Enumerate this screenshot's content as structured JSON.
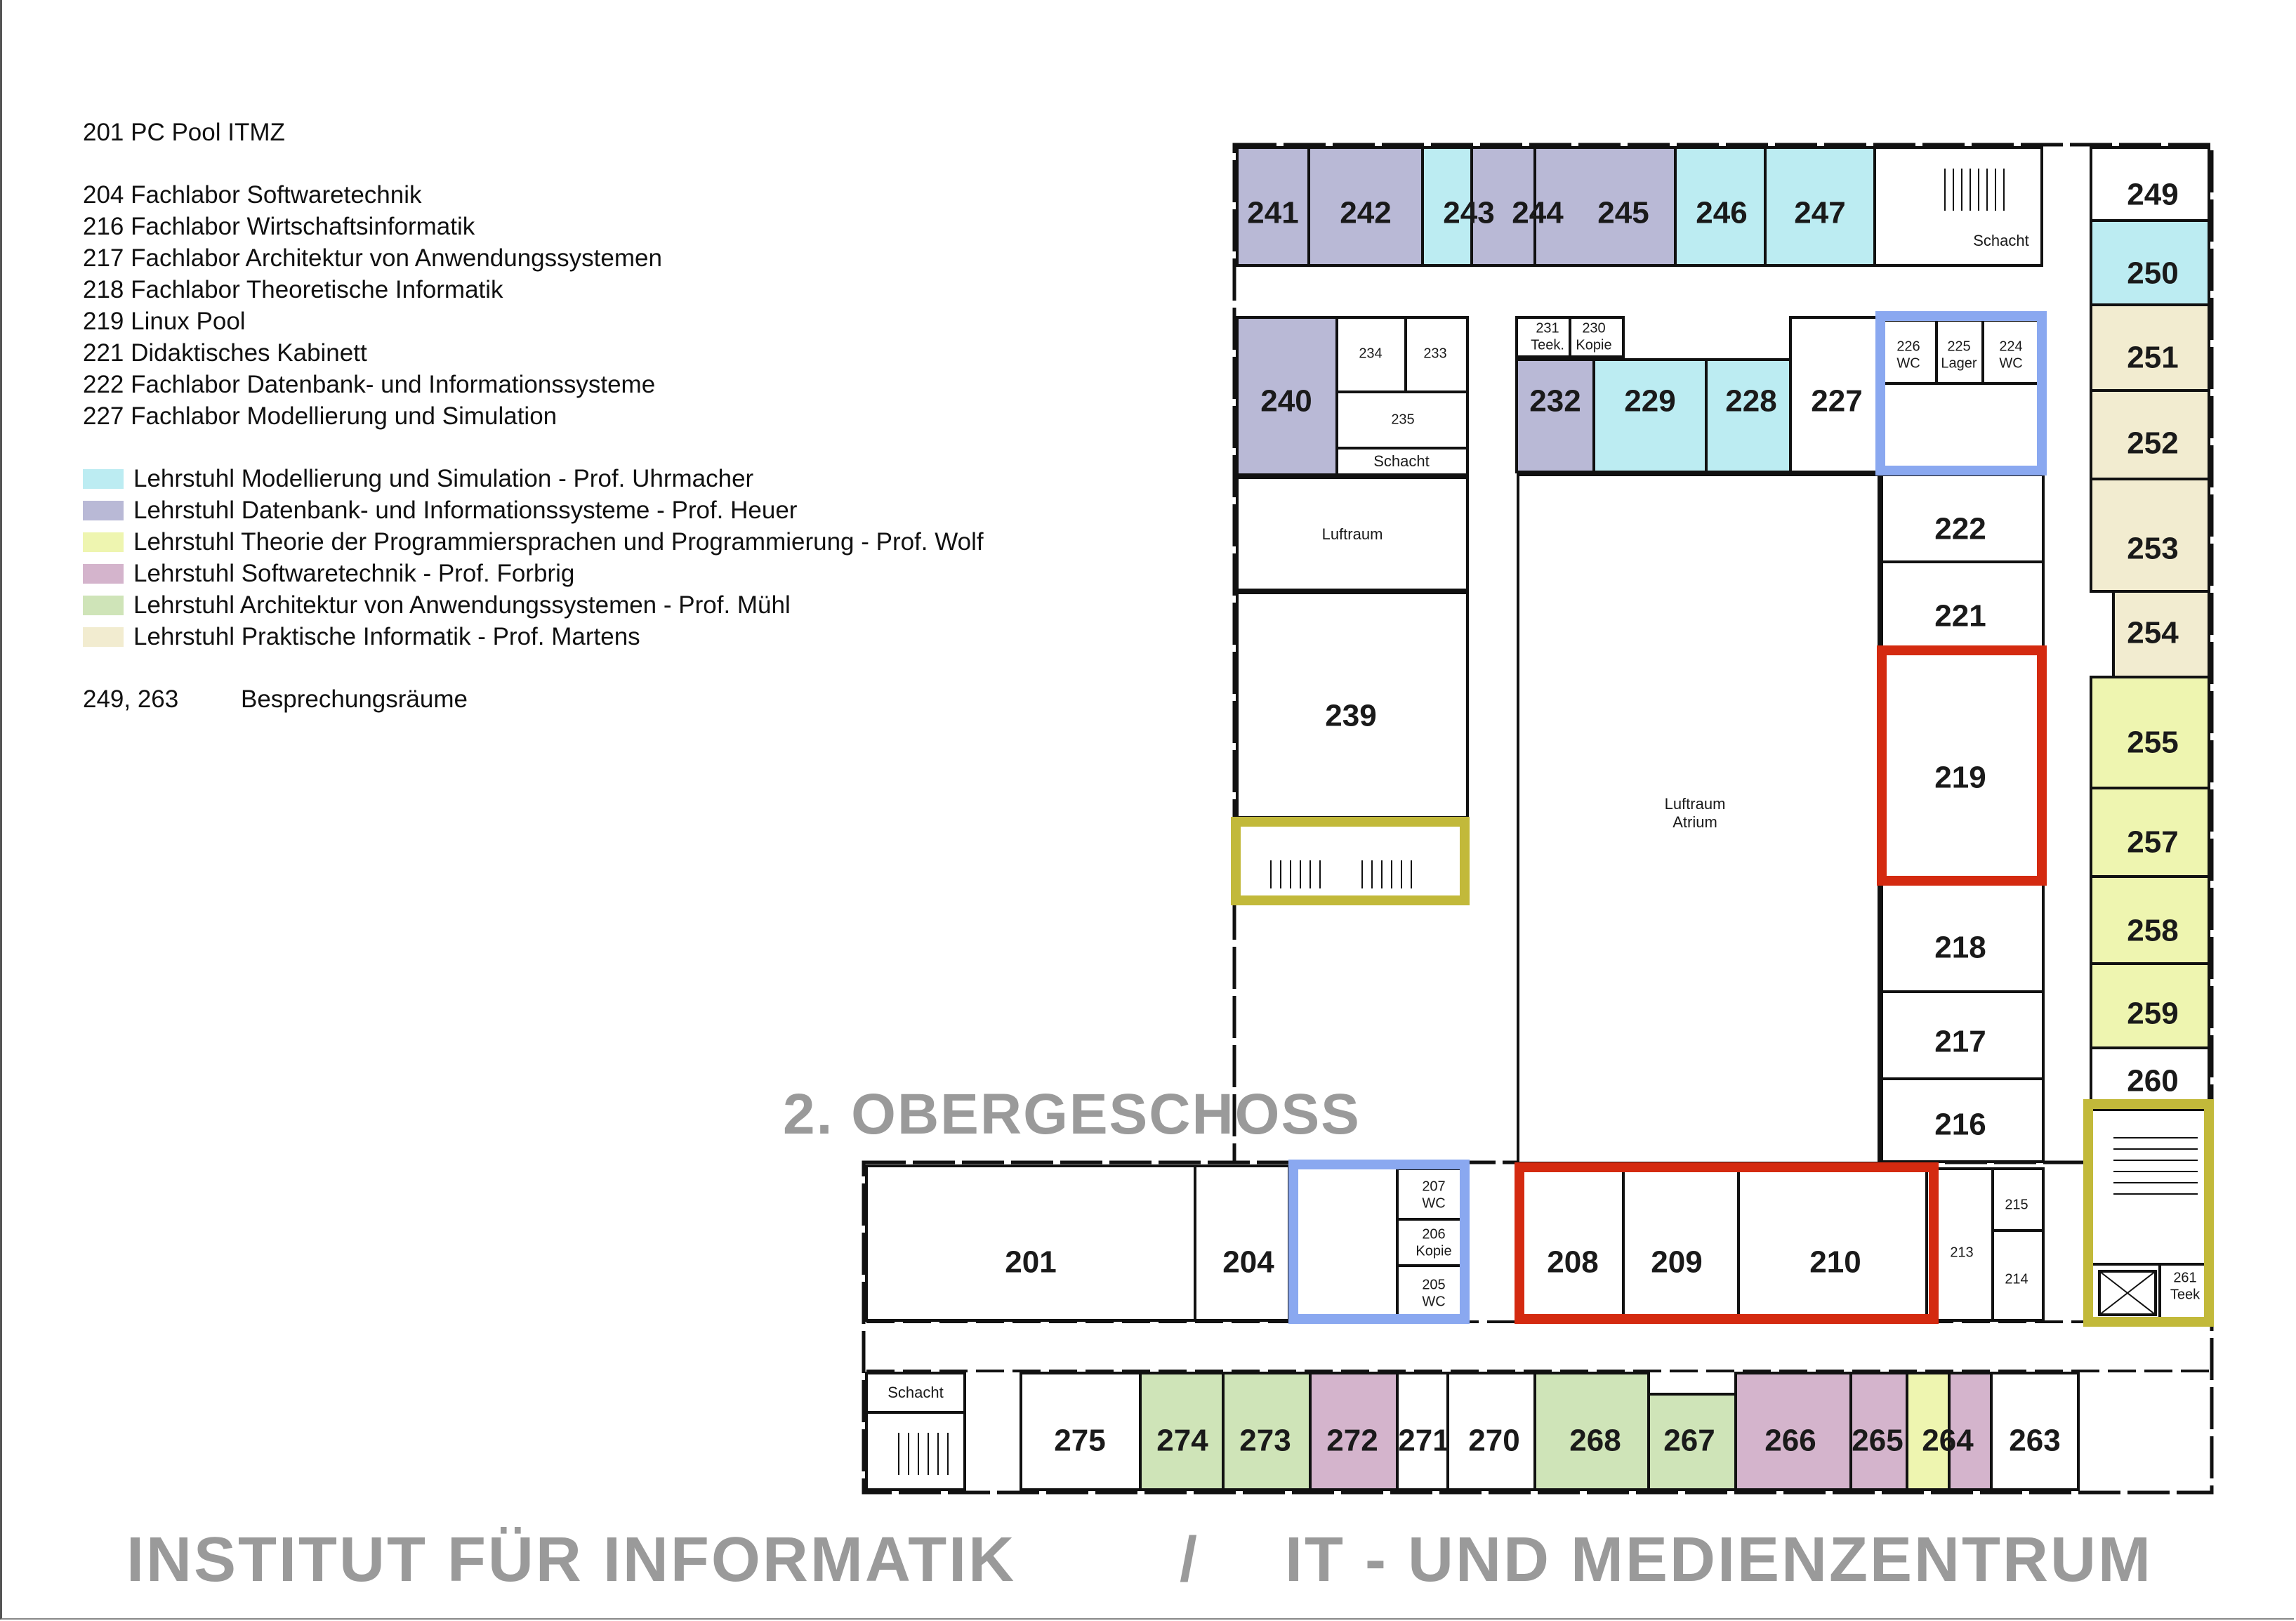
{
  "legend": {
    "pool": "201 PC Pool ITMZ",
    "labs": [
      "204 Fachlabor Softwaretechnik",
      "216 Fachlabor Wirtschaftsinformatik",
      "217 Fachlabor Architektur von Anwendungssystemen",
      "218 Fachlabor Theoretische Informatik",
      "219 Linux Pool",
      "221 Didaktisches Kabinett",
      "222 Fachlabor Datenbank- und Informationssysteme",
      "227 Fachlabor Modellierung und Simulation"
    ],
    "chairs": [
      {
        "label": "Lehrstuhl Modellierung und Simulation - Prof. Uhrmacher",
        "color": "#bcecf2"
      },
      {
        "label": "Lehrstuhl Datenbank- und Informationssysteme - Prof. Heuer",
        "color": "#b9b9d6"
      },
      {
        "label": "Lehrstuhl Theorie der Programmiersprachen und Programmierung - Prof. Wolf",
        "color": "#eef5b0"
      },
      {
        "label": "Lehrstuhl Softwaretechnik - Prof. Forbrig",
        "color": "#d4b4cc"
      },
      {
        "label": "Lehrstuhl Architektur von Anwendungssystemen - Prof. Mühl",
        "color": "#cfe4b8"
      },
      {
        "label": "Lehrstuhl Praktische Informatik - Prof. Martens",
        "color": "#f2ecd0"
      }
    ],
    "meeting_rooms_code": "249, 263",
    "meeting_rooms_label": "Besprechungsräume"
  },
  "floor_title": "2. OBERGESCHOSS",
  "footer": {
    "left": "INSTITUT FÜR INFORMATIK",
    "slash": "/",
    "right": "IT - UND MEDIENZENTRUM"
  },
  "plan_labels": {
    "schacht": "Schacht",
    "luftraum": "Luftraum",
    "luftraum_atrium_1": "Luftraum",
    "luftraum_atrium_2": "Atrium",
    "wc": "WC",
    "teek": "Teek.",
    "teek2": "Teek",
    "kopie": "Kopie",
    "lager": "Lager"
  },
  "colors": {
    "blue_outline": "#8aa8f0",
    "red_outline": "#d42a10",
    "olive_outline": "#c2b93a"
  },
  "rooms": [
    {
      "n": "241",
      "c": "#b9b9d6"
    },
    {
      "n": "242",
      "c": "#b9b9d6"
    },
    {
      "n": "243",
      "c": "#bcecf2"
    },
    {
      "n": "244",
      "c": "#b9b9d6"
    },
    {
      "n": "245",
      "c": "#b9b9d6"
    },
    {
      "n": "246",
      "c": "#bcecf2"
    },
    {
      "n": "247",
      "c": "#bcecf2"
    },
    {
      "n": "249",
      "c": "#ffffff"
    },
    {
      "n": "250",
      "c": "#bcecf2"
    },
    {
      "n": "251",
      "c": "#f2ecd0"
    },
    {
      "n": "252",
      "c": "#f2ecd0"
    },
    {
      "n": "253",
      "c": "#f2ecd0"
    },
    {
      "n": "254",
      "c": "#f2ecd0"
    },
    {
      "n": "255",
      "c": "#eef5b0"
    },
    {
      "n": "257",
      "c": "#eef5b0"
    },
    {
      "n": "258",
      "c": "#eef5b0"
    },
    {
      "n": "259",
      "c": "#eef5b0"
    },
    {
      "n": "260",
      "c": "#ffffff"
    },
    {
      "n": "240",
      "c": "#b9b9d6"
    },
    {
      "n": "232",
      "c": "#b9b9d6"
    },
    {
      "n": "229",
      "c": "#bcecf2"
    },
    {
      "n": "228",
      "c": "#bcecf2"
    },
    {
      "n": "227",
      "c": "#ffffff"
    },
    {
      "n": "222",
      "c": "#ffffff"
    },
    {
      "n": "221",
      "c": "#ffffff"
    },
    {
      "n": "219",
      "c": "#ffffff"
    },
    {
      "n": "218",
      "c": "#ffffff"
    },
    {
      "n": "217",
      "c": "#ffffff"
    },
    {
      "n": "216",
      "c": "#ffffff"
    },
    {
      "n": "239",
      "c": "#ffffff"
    },
    {
      "n": "201",
      "c": "#ffffff"
    },
    {
      "n": "204",
      "c": "#ffffff"
    },
    {
      "n": "208",
      "c": "#ffffff"
    },
    {
      "n": "209",
      "c": "#ffffff"
    },
    {
      "n": "210",
      "c": "#ffffff"
    },
    {
      "n": "275",
      "c": "#ffffff"
    },
    {
      "n": "274",
      "c": "#cfe4b8"
    },
    {
      "n": "273",
      "c": "#cfe4b8"
    },
    {
      "n": "272",
      "c": "#d4b4cc"
    },
    {
      "n": "271",
      "c": "#ffffff"
    },
    {
      "n": "270",
      "c": "#ffffff"
    },
    {
      "n": "268",
      "c": "#cfe4b8"
    },
    {
      "n": "267",
      "c": "#cfe4b8"
    },
    {
      "n": "266",
      "c": "#d4b4cc"
    },
    {
      "n": "265",
      "c": "#d4b4cc"
    },
    {
      "n": "264",
      "c": "#eef5b0"
    },
    {
      "n": "263",
      "c": "#ffffff"
    }
  ],
  "small_rooms": [
    "234",
    "233",
    "235",
    "231",
    "230",
    "226",
    "225",
    "224",
    "207",
    "206",
    "205",
    "215",
    "214",
    "213",
    "261"
  ]
}
